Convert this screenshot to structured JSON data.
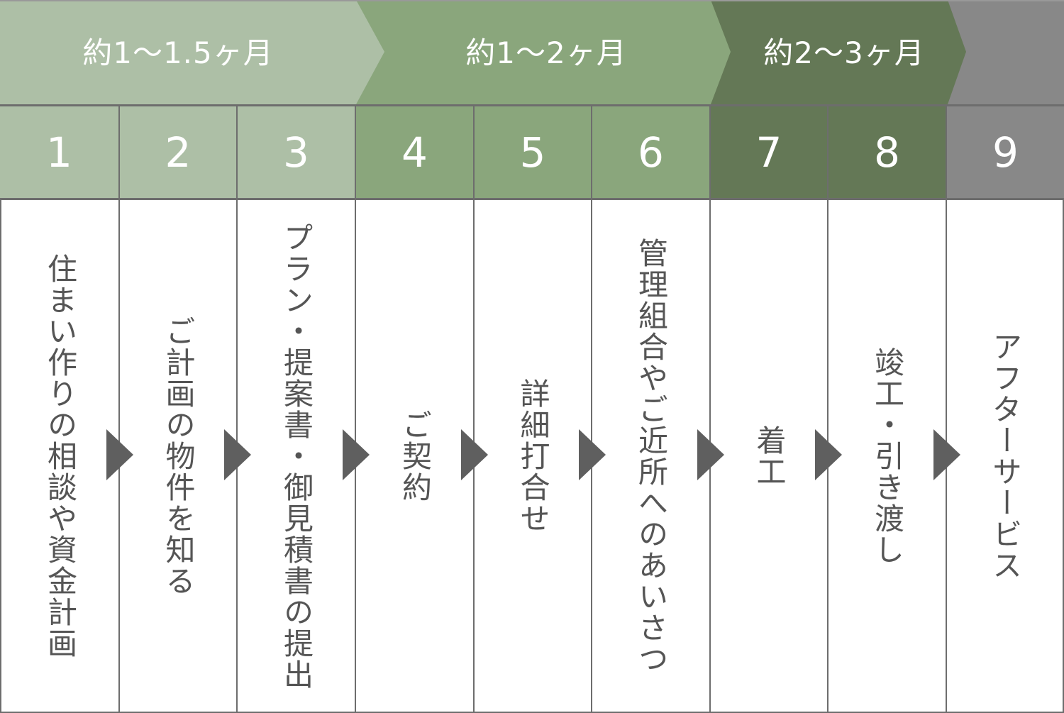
{
  "colors": {
    "phase1": "#adbfa6",
    "phase2": "#8aa67c",
    "phase3": "#647856",
    "after": "#888888",
    "text": "#555555",
    "arrow": "#5f5f5f"
  },
  "phases": [
    {
      "label": "約1～1.5ヶ月"
    },
    {
      "label": "約1～2ヶ月"
    },
    {
      "label": "約2～3ヶ月"
    }
  ],
  "steps": [
    {
      "number": "1",
      "text": "住まい作りの相談や資金計画"
    },
    {
      "number": "2",
      "text": "ご計画の物件を知る"
    },
    {
      "number": "3",
      "text": "プラン・提案書・御見積書の提出"
    },
    {
      "number": "4",
      "text": "ご契約"
    },
    {
      "number": "5",
      "text": "詳細打合せ"
    },
    {
      "number": "6",
      "text": "管理組合やご近所へのあいさつ"
    },
    {
      "number": "7",
      "text": "着工"
    },
    {
      "number": "8",
      "text": "竣工・引き渡し"
    },
    {
      "number": "9",
      "text": "アフターサービス"
    }
  ]
}
